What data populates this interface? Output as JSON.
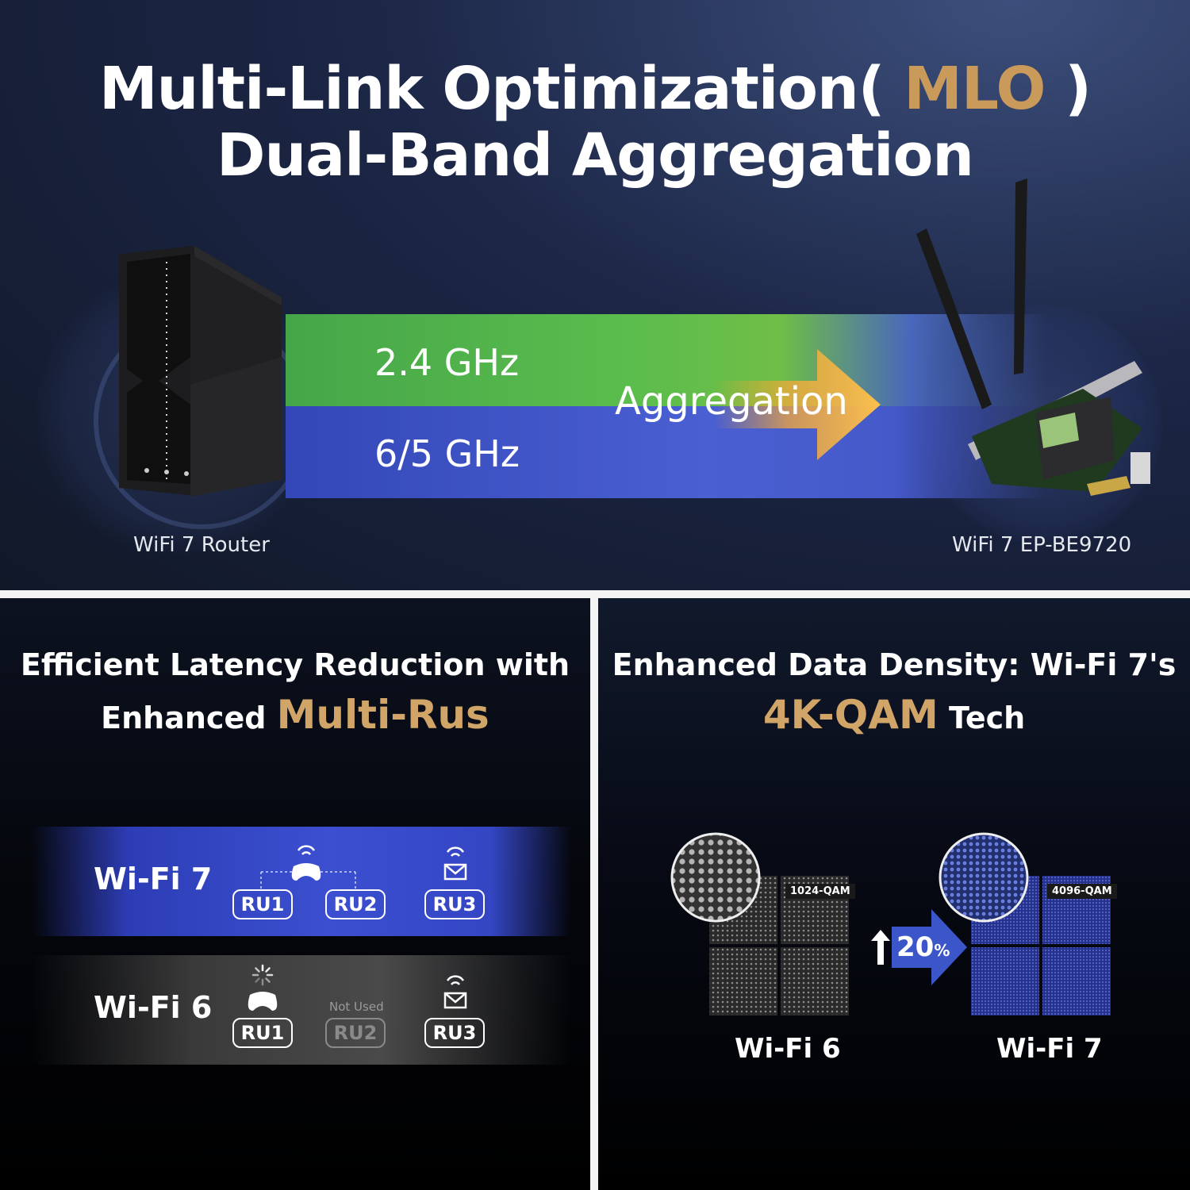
{
  "top": {
    "title_line1_pre": "Multi-Link Optimization(",
    "title_line1_accent": "MLO",
    "title_line1_post": ")",
    "title_line2": "Dual-Band Aggregation",
    "band1_label": "2.4 GHz",
    "band2_label": "6/5 GHz",
    "aggregation_label": "Aggregation",
    "router_label": "WiFi 7 Router",
    "card_label": "WiFi 7 EP-BE9720",
    "colors": {
      "accent": "#c99a5a",
      "green_band": "#5bbd4d",
      "blue_band": "#4a5fd2",
      "arrow": "#f5a623"
    }
  },
  "latency": {
    "title_line1": "Efficient Latency Reduction with",
    "title_line2_pre": "Enhanced",
    "title_line2_accent": "Multi-Rus",
    "wifi7": {
      "label": "Wi-Fi 7",
      "ru1": "RU1",
      "ru2": "RU2",
      "ru3": "RU3"
    },
    "wifi6": {
      "label": "Wi-Fi 6",
      "ru1": "RU1",
      "ru2": "RU2",
      "ru3": "RU3",
      "not_used": "Not Used"
    },
    "icons": [
      "wifi-gamepad-icon",
      "wifi-mail-icon",
      "loading-spinner-icon",
      "gamepad-icon"
    ]
  },
  "density": {
    "title_line1": "Enhanced Data Density: Wi-Fi 7's",
    "title_line2_accent": "4K-QAM",
    "title_line2_post": "Tech",
    "wifi6": {
      "qam": "1024-QAM",
      "label": "Wi-Fi 6"
    },
    "wifi7": {
      "qam": "4096-QAM",
      "label": "Wi-Fi 7"
    },
    "increase": "20",
    "increase_unit": "%"
  }
}
